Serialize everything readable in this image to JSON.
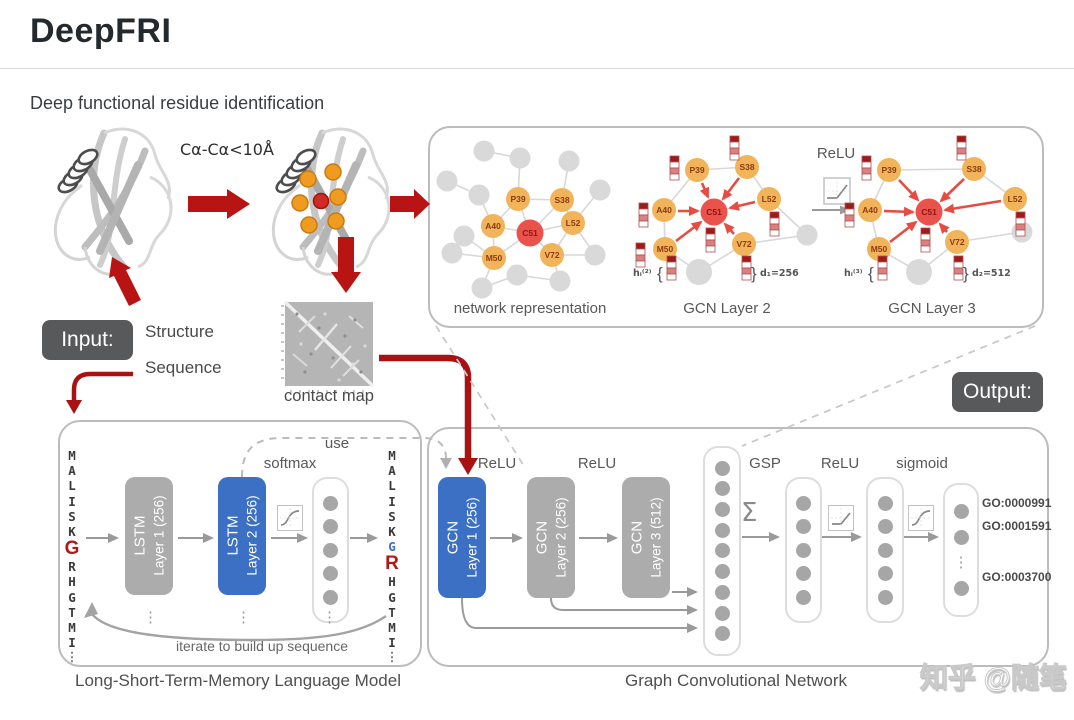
{
  "page": {
    "title": "DeepFRI",
    "subtitle": "Deep functional residue identification",
    "watermark": "知乎 @随笔"
  },
  "input": {
    "label": "Input:",
    "structure": "Structure",
    "sequence": "Sequence"
  },
  "output": {
    "label": "Output:"
  },
  "annotations": {
    "distance": "Cα-Cα<10Å",
    "contact_map": "contact map",
    "use": "use",
    "softmax": "softmax",
    "iterate": "iterate to build up sequence",
    "gsp": "GSP",
    "sum": "Σ",
    "sigmoid": "sigmoid"
  },
  "top_panel": {
    "captions": [
      "network representation",
      "GCN Layer 2",
      "GCN Layer 3"
    ],
    "relu": "ReLU",
    "node_labels": {
      "p39": "P39",
      "s38": "S38",
      "a40": "A40",
      "c51": "C51",
      "l52": "L52",
      "m50": "M50",
      "v72": "V72"
    },
    "h2": "hᵢ⁽²⁾",
    "d1": "d₁=256",
    "h3": "hᵢ⁽³⁾",
    "d2": "d₂=512",
    "brace_open": "{",
    "brace_close": "}"
  },
  "lstm": {
    "caption": "Long-Short-Term-Memory Language Model",
    "sequence": [
      "M",
      "A",
      "L",
      "I",
      "S",
      "K",
      "G",
      "R",
      "H",
      "G",
      "T",
      "M",
      "I",
      "⋮"
    ],
    "left_highlight_index": 6,
    "right_prev_index": 6,
    "right_highlight_index": 7,
    "layers": [
      {
        "line1": "LSTM",
        "line2": "Layer 1 (256)"
      },
      {
        "line1": "LSTM",
        "line2": "Layer 2 (256)"
      }
    ],
    "relu_softmax": "softmax"
  },
  "gcn": {
    "caption": "Graph Convolutional Network",
    "relu1": "ReLU",
    "relu2": "ReLU",
    "layers": [
      {
        "line1": "GCN",
        "line2": "Layer 1 (256)"
      },
      {
        "line1": "GCN",
        "line2": "Layer 2 (256)"
      },
      {
        "line1": "GCN",
        "line2": "Layer 3 (512)"
      }
    ],
    "go_terms": [
      "GO:0000991",
      "GO:0001591",
      "GO:0003700"
    ]
  },
  "colors": {
    "accent_red": "#b91414",
    "node_orange": "#f2b45a",
    "node_red": "#e9534c",
    "pill_blue": "#3b70c5",
    "pill_gray": "#acacac"
  }
}
